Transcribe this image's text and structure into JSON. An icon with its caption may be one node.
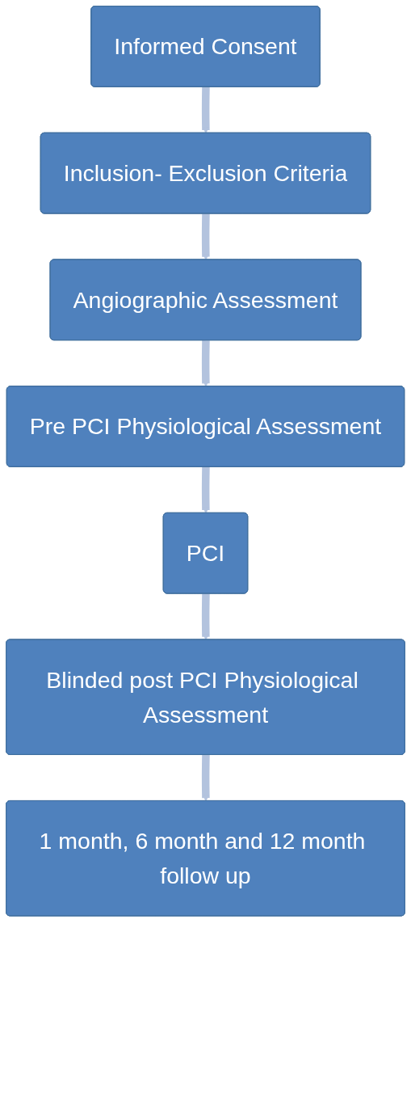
{
  "diagram": {
    "nodes": [
      {
        "text": [
          "Informed Consent"
        ]
      },
      {
        "text": [
          "Inclusion- Exclusion Criteria"
        ]
      },
      {
        "text": [
          "Angiographic Assessment"
        ]
      },
      {
        "text": [
          "Pre PCI Physiological Assessment"
        ]
      },
      {
        "text": [
          "PCI"
        ]
      },
      {
        "text": [
          "Blinded post PCI Physiological Assessment"
        ]
      },
      {
        "text": [
          "1 month, 6 month and 12 month follow up"
        ]
      }
    ],
    "edges": [
      {
        "from": 0,
        "to": 1,
        "arrow": "to"
      },
      {
        "from": 1,
        "to": 2,
        "arrow": "to"
      },
      {
        "from": 2,
        "to": 3,
        "arrow": "to"
      },
      {
        "from": 3,
        "to": 4,
        "arrow": "to"
      },
      {
        "from": 4,
        "to": 5,
        "arrow": "to"
      },
      {
        "from": 5,
        "to": 6,
        "arrow": "to"
      }
    ]
  }
}
